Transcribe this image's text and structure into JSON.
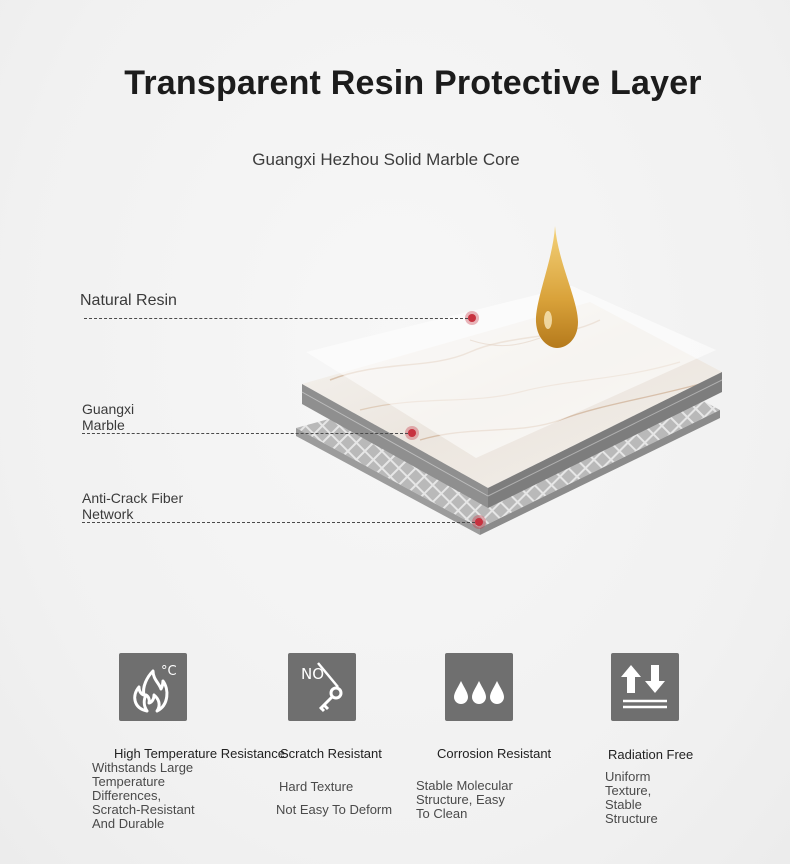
{
  "title": "Transparent Resin Protective Layer",
  "subtitle": "Guangxi Hezhou Solid Marble Core",
  "callouts": [
    {
      "label": "Natural Resin"
    },
    {
      "label": "Guangxi\nMarble"
    },
    {
      "label": "Anti-Crack Fiber\nNetwork"
    }
  ],
  "colors": {
    "accent_dot": "#c7323f",
    "icon_bg": "#6f6f6f",
    "resin_drop": "#d9a23a"
  },
  "features": [
    {
      "icon": "flame-temperature-icon",
      "title": "High Temperature Resistance",
      "desc": "Withstands Large\nTemperature\nDifferences,\nScratch-Resistant\nAnd Durable",
      "temp_unit": "°C"
    },
    {
      "icon": "no-key-scratch-icon",
      "title": "Scratch Resistant",
      "desc_lines": [
        "Hard Texture",
        "Not Easy To Deform"
      ],
      "badge": "NO"
    },
    {
      "icon": "water-drops-icon",
      "title": "Corrosion Resistant",
      "desc": "Stable Molecular\nStructure, Easy\nTo Clean"
    },
    {
      "icon": "radiation-arrows-icon",
      "title": "Radiation Free",
      "desc": "Uniform\nTexture,\nStable\nStructure"
    }
  ]
}
